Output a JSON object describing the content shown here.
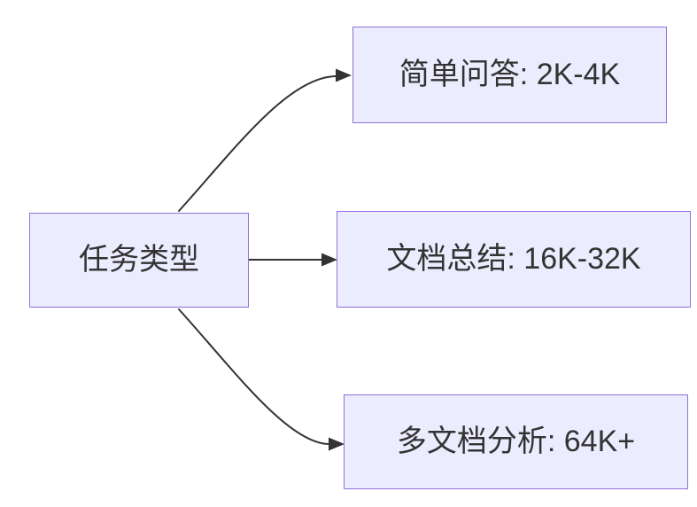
{
  "diagram": {
    "type": "flowchart",
    "direction": "left-to-right",
    "root": {
      "id": "task-type",
      "label": "任务类型"
    },
    "branches": [
      {
        "id": "simple-qa",
        "label": "简单问答: 2K-4K"
      },
      {
        "id": "doc-summary",
        "label": "文档总结: 16K-32K"
      },
      {
        "id": "multi-doc",
        "label": "多文档分析: 64K+"
      }
    ],
    "edges": [
      {
        "from": "任务类型",
        "to": "简单问答: 2K-4K"
      },
      {
        "from": "任务类型",
        "to": "文档总结: 16K-32K"
      },
      {
        "from": "任务类型",
        "to": "多文档分析: 64K+"
      }
    ],
    "colors": {
      "node_fill": "#ECECFF",
      "node_border": "#9370DB",
      "edge_stroke": "#333333",
      "text": "#333333",
      "background": "#FFFFFF"
    }
  }
}
